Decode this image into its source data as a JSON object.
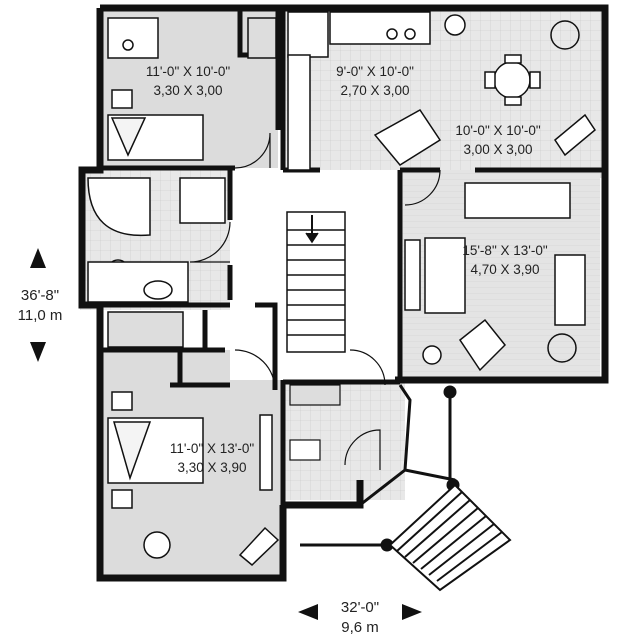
{
  "rooms": [
    {
      "id": "bedroom-2",
      "imperial": "11'-0\" X 10'-0\"",
      "metric": "3,30 X 3,00"
    },
    {
      "id": "kitchen",
      "imperial": "9'-0\" X 10'-0\"",
      "metric": "2,70 X 3,00"
    },
    {
      "id": "dining",
      "imperial": "10'-0\" X 10'-0\"",
      "metric": "3,00 X 3,00"
    },
    {
      "id": "living",
      "imperial": "15'-8\" X 13'-0\"",
      "metric": "4,70 X 3,90"
    },
    {
      "id": "master-bedroom",
      "imperial": "11'-0\" X 13'-0\"",
      "metric": "3,30 X 3,90"
    }
  ],
  "overall": {
    "depth_imperial": "36'-8\"",
    "depth_metric": "11,0 m",
    "width_imperial": "32'-0\"",
    "width_metric": "9,6 m"
  },
  "colors": {
    "wall": "#111111",
    "floor_tile": "#e6e6e6",
    "floor_shade": "#d9d9d9",
    "furniture": "#ffffff",
    "arrow": "#111111"
  }
}
